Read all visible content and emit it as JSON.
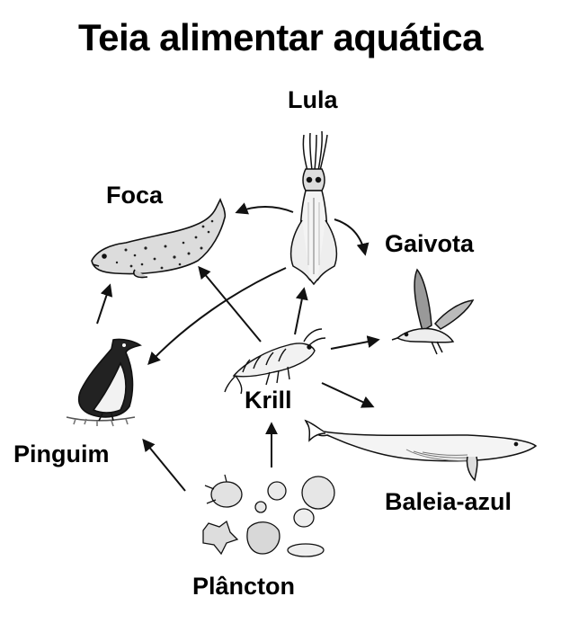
{
  "title": "Teia alimentar aquática",
  "organisms": {
    "lula": "Lula",
    "foca": "Foca",
    "gaivota": "Gaivota",
    "krill": "Krill",
    "pinguim": "Pinguim",
    "baleia": "Baleia-azul",
    "plancton": "Plâncton"
  },
  "links": [
    {
      "from": "Plâncton",
      "to": "Krill"
    },
    {
      "from": "Plâncton",
      "to": "Pinguim"
    },
    {
      "from": "Krill",
      "to": "Lula"
    },
    {
      "from": "Krill",
      "to": "Foca"
    },
    {
      "from": "Krill",
      "to": "Gaivota"
    },
    {
      "from": "Krill",
      "to": "Baleia-azul"
    },
    {
      "from": "Lula",
      "to": "Foca"
    },
    {
      "from": "Lula",
      "to": "Gaivota"
    },
    {
      "from": "Lula",
      "to": "Pinguim"
    },
    {
      "from": "Pinguim",
      "to": "Foca"
    }
  ]
}
